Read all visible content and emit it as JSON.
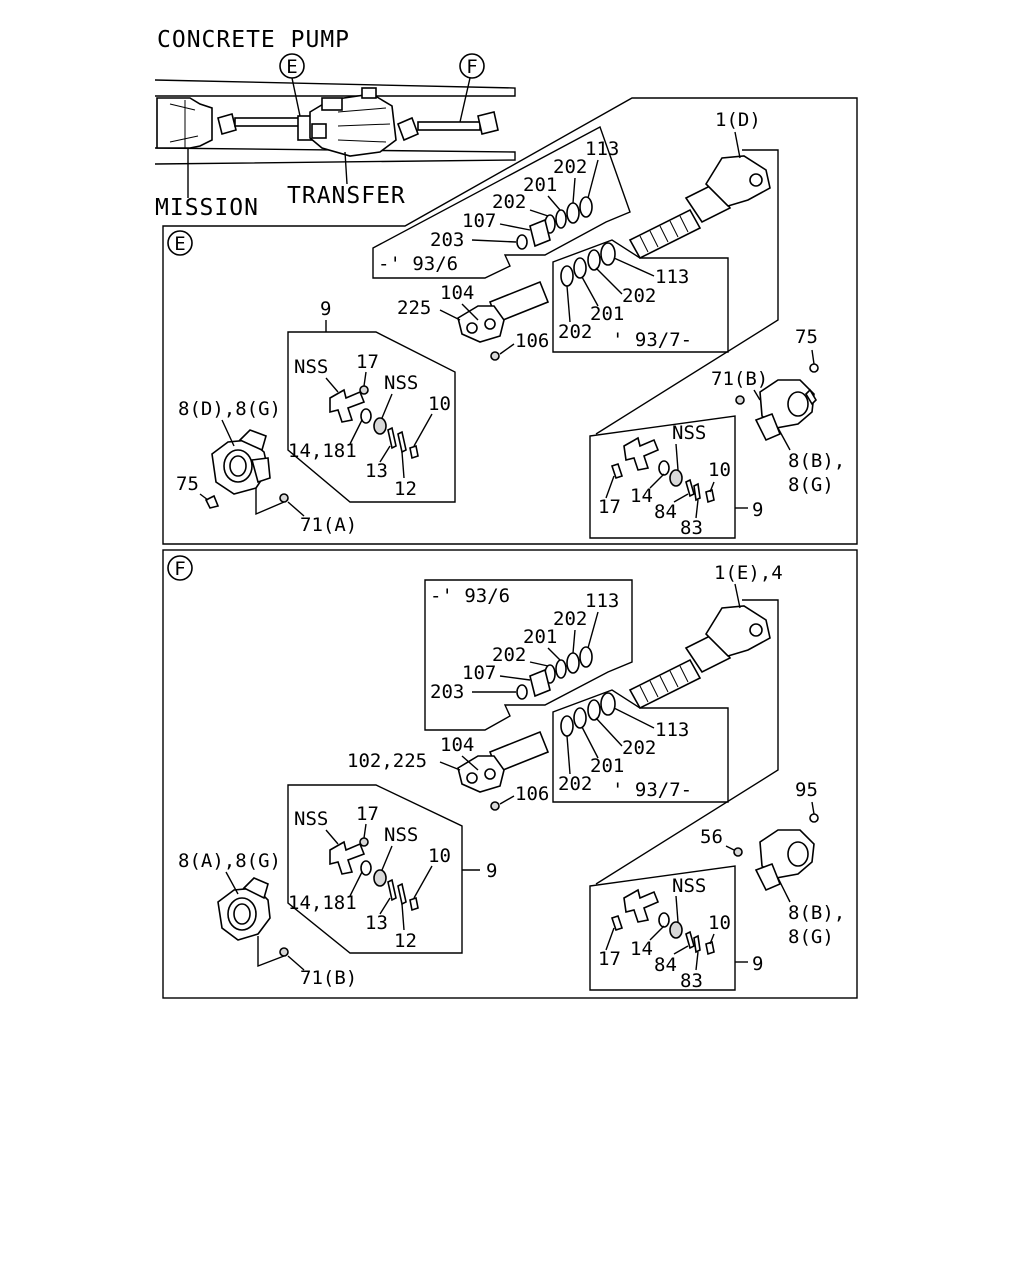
{
  "header": {
    "title": "CONCRETE PUMP",
    "mission": "MISSION",
    "transfer": "TRANSFER",
    "marker_e": "E",
    "marker_f": "F"
  },
  "panel_e": {
    "marker": "E",
    "shaft": "1(D)",
    "early_box": "-' 93/6",
    "late_box": "' 93/7-",
    "upper": {
      "p113": "113",
      "p202a": "202",
      "p201": "201",
      "p202b": "202",
      "p107": "107",
      "p203": "203"
    },
    "lower": {
      "p113": "113",
      "p202a": "202",
      "p201": "201",
      "p202b": "202"
    },
    "p104": "104",
    "p225": "225",
    "p106": "106",
    "kit_left": {
      "n9": "9",
      "nss1": "NSS",
      "p17": "17",
      "nss2": "NSS",
      "p10": "10",
      "p14": "14,181",
      "p13": "13",
      "p12": "12"
    },
    "flange_left": "8(D),8(G)",
    "bolt_left": "75",
    "nut_left": "71(A)",
    "bolt_right": "75",
    "nut_right": "71(B)",
    "flange_right_1": "8(B),",
    "flange_right_2": "8(G)",
    "kit_right": {
      "nss": "NSS",
      "p10": "10",
      "p17": "17",
      "p14": "14",
      "p84": "84",
      "p83": "83",
      "n9": "9"
    }
  },
  "panel_f": {
    "marker": "F",
    "shaft": "1(E),4",
    "early_box": "-' 93/6",
    "late_box": "' 93/7-",
    "upper": {
      "p113": "113",
      "p202a": "202",
      "p201": "201",
      "p202b": "202",
      "p107": "107",
      "p203": "203"
    },
    "lower": {
      "p113": "113",
      "p202a": "202",
      "p201": "201",
      "p202b": "202"
    },
    "p104": "104",
    "p225": "102,225",
    "p106": "106",
    "kit_left": {
      "n9": "9",
      "nss1": "NSS",
      "p17": "17",
      "nss2": "NSS",
      "p10": "10",
      "p14": "14,181",
      "p13": "13",
      "p12": "12"
    },
    "flange_left": "8(A),8(G)",
    "nut_left": "71(B)",
    "bolt_right": "95",
    "nut_right": "56",
    "flange_right_1": "8(B),",
    "flange_right_2": "8(G)",
    "kit_right": {
      "nss": "NSS",
      "p10": "10",
      "p17": "17",
      "p14": "14",
      "p84": "84",
      "p83": "83",
      "n9": "9"
    }
  }
}
